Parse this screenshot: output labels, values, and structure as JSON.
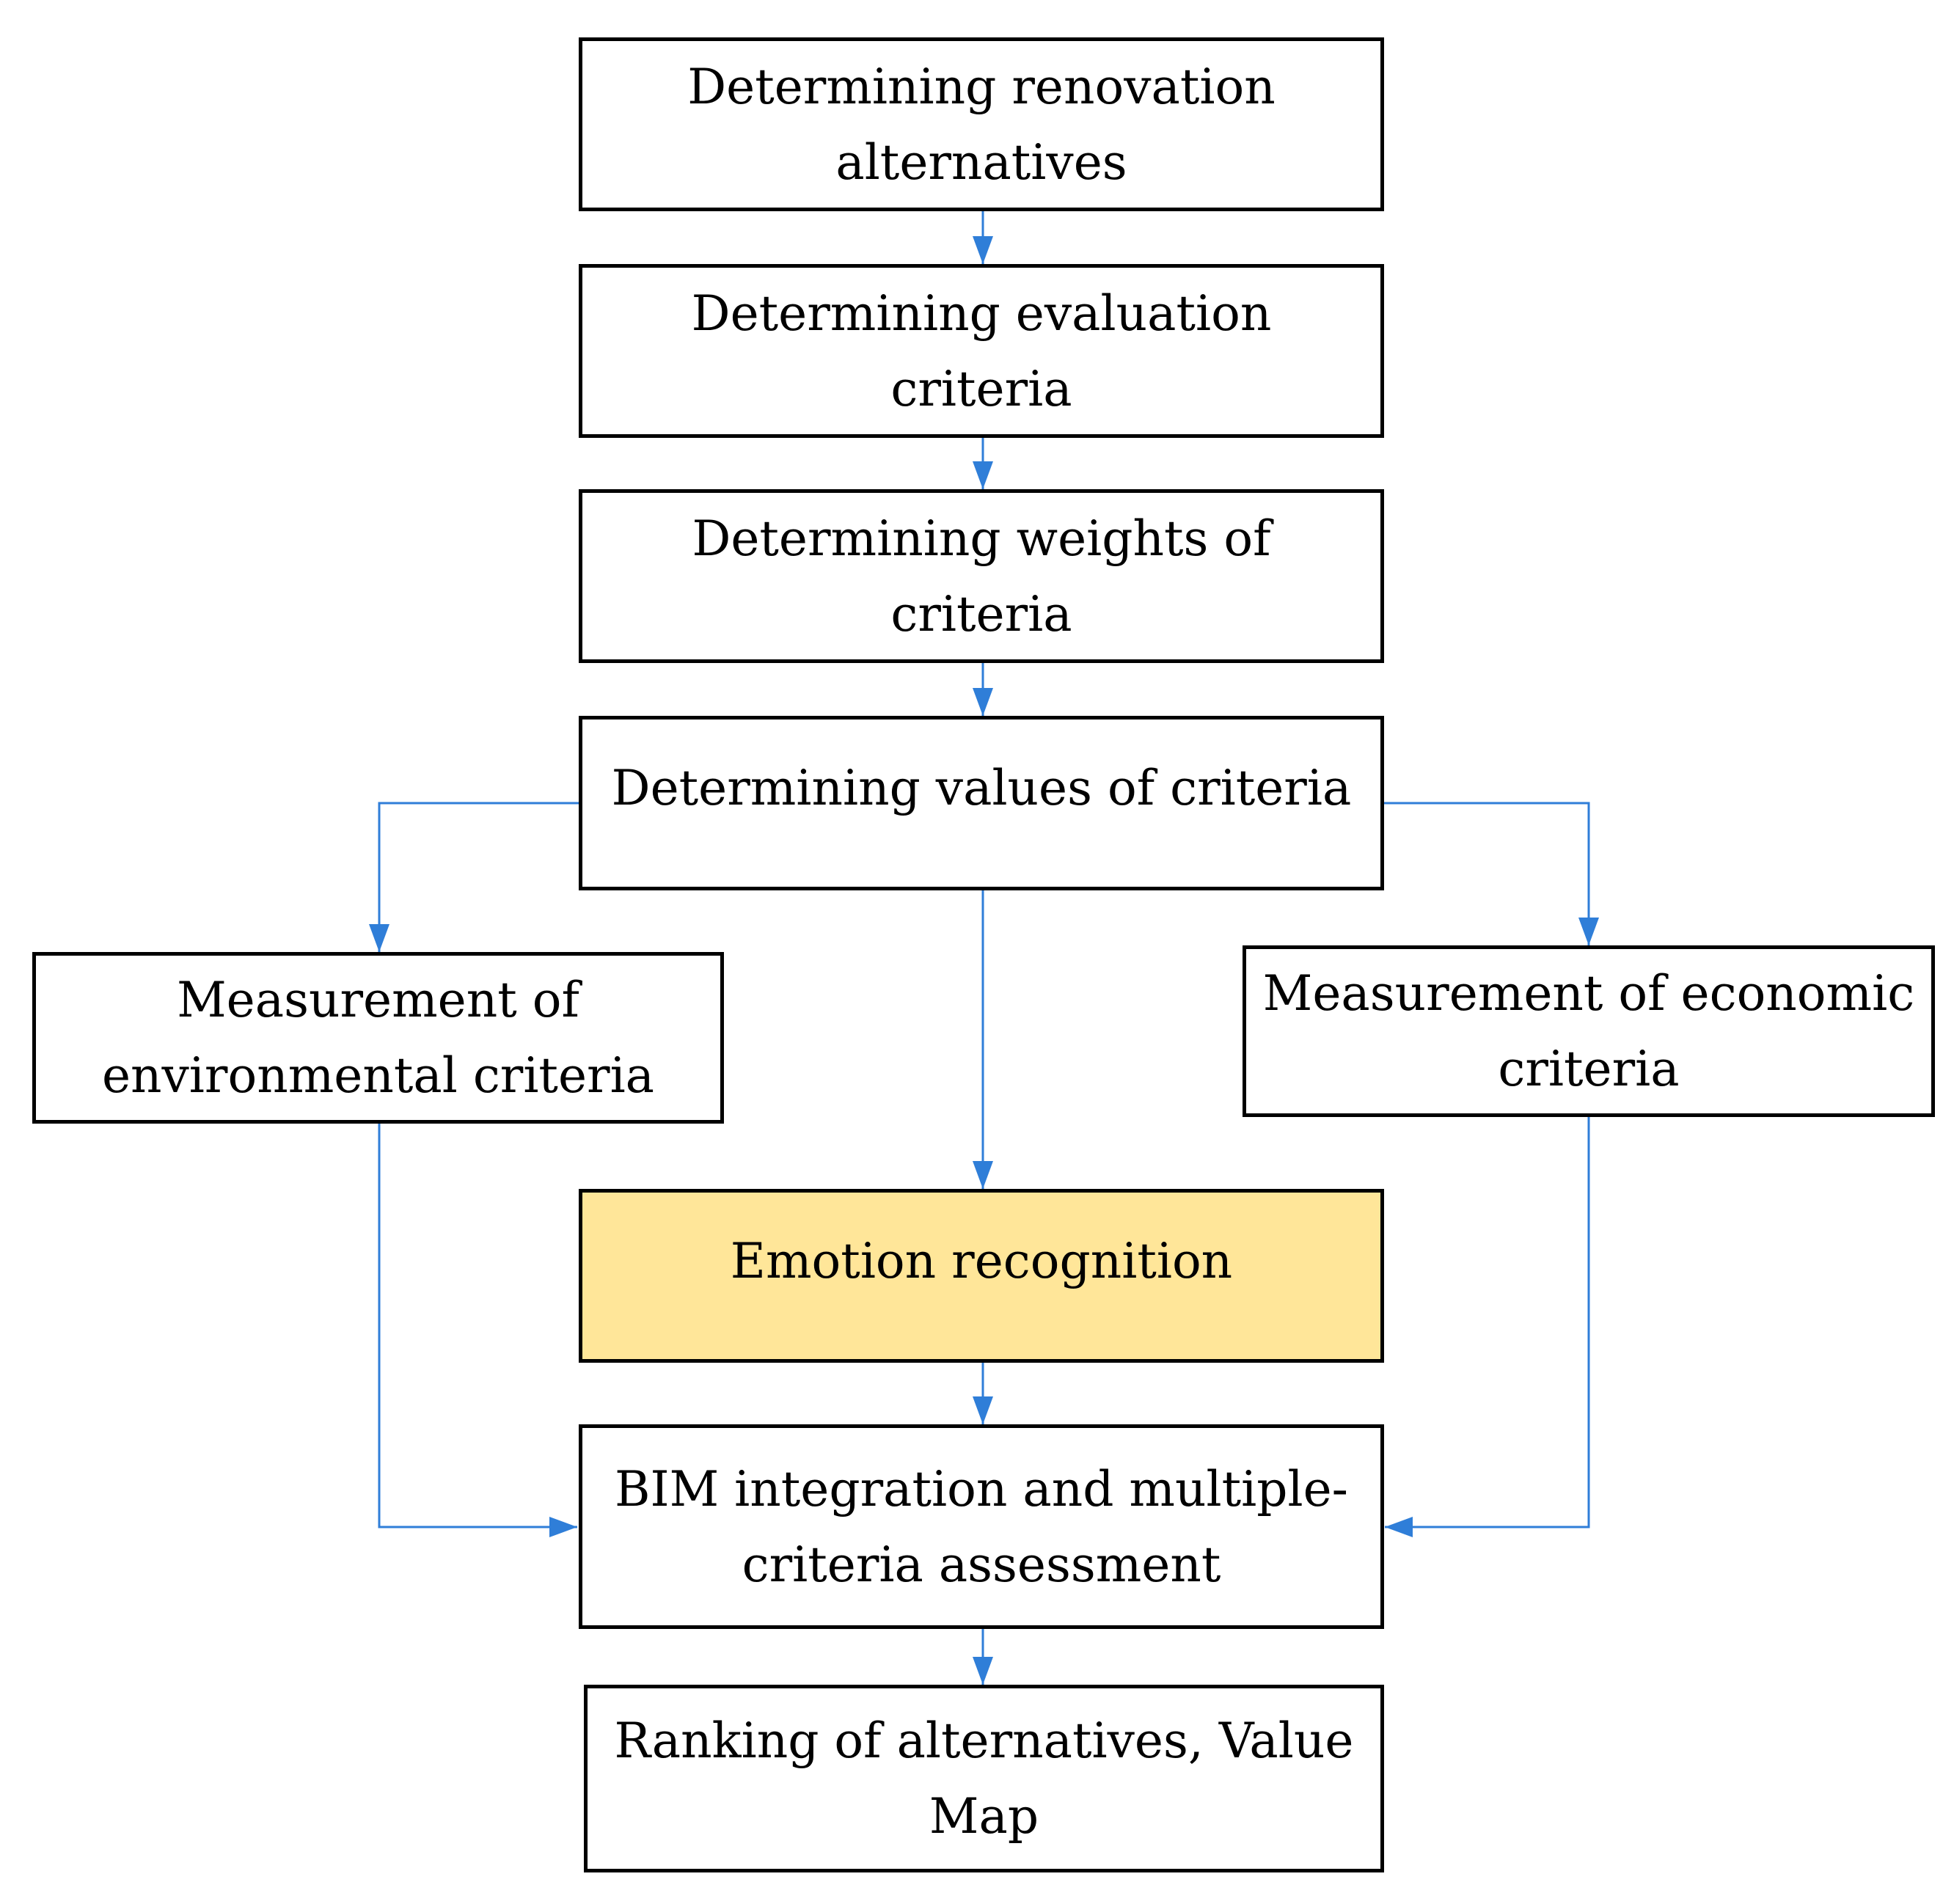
{
  "diagram": {
    "colors": {
      "box_border": "#000000",
      "box_fill": "#ffffff",
      "highlight_fill": "#FFE699",
      "arrow": "#2F7ED8"
    },
    "nodes": {
      "renovation_alternatives": "Determining renovation alternatives",
      "evaluation_criteria": "Determining evaluation criteria",
      "weights_of_criteria": "Determining weights of criteria",
      "values_of_criteria": "Determining values of criteria",
      "environmental_criteria": "Measurement of environmental criteria",
      "economic_criteria": "Measurement of economic criteria",
      "emotion_recognition": "Emotion recognition",
      "bim_integration": "BIM integration and multiple-criteria assessment",
      "ranking": "Ranking of alternatives, Value Map"
    },
    "edges": [
      {
        "from": "renovation_alternatives",
        "to": "evaluation_criteria"
      },
      {
        "from": "evaluation_criteria",
        "to": "weights_of_criteria"
      },
      {
        "from": "weights_of_criteria",
        "to": "values_of_criteria"
      },
      {
        "from": "values_of_criteria",
        "to": "environmental_criteria"
      },
      {
        "from": "values_of_criteria",
        "to": "economic_criteria"
      },
      {
        "from": "values_of_criteria",
        "to": "emotion_recognition"
      },
      {
        "from": "environmental_criteria",
        "to": "bim_integration"
      },
      {
        "from": "economic_criteria",
        "to": "bim_integration"
      },
      {
        "from": "emotion_recognition",
        "to": "bim_integration"
      },
      {
        "from": "bim_integration",
        "to": "ranking"
      }
    ]
  }
}
